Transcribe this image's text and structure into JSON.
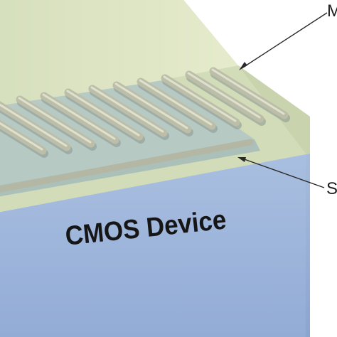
{
  "device_label": "CMOS Device",
  "callouts": {
    "top_label": "M",
    "middle_label": "S"
  },
  "colors": {
    "top_layer": "#dfe6c4",
    "top_layer_front": "#cfd9b6",
    "embedded_layer": "#b4c8c7",
    "wire": "#b9bba6",
    "cmos_front": "#9db4d8",
    "cmos_side": "#8fa9d3",
    "callout_line": "#2a2a2a"
  }
}
